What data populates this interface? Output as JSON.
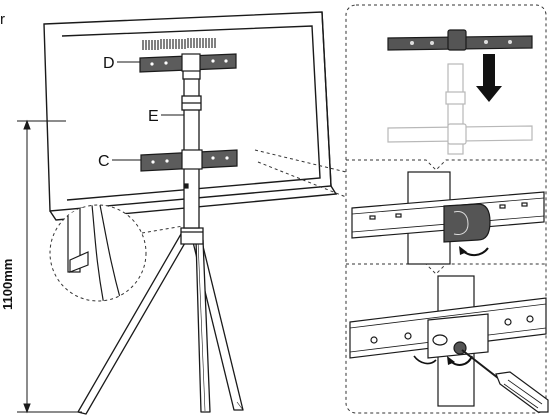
{
  "labels": {
    "corner": "r",
    "d": "D",
    "e": "E",
    "c": "C",
    "height": "1100mm"
  },
  "colors": {
    "line": "#1a1a1a",
    "bracket": "#4a4a4a",
    "ghost": "#b8b8b8",
    "arrow": "#111111",
    "dash": "#333333"
  }
}
